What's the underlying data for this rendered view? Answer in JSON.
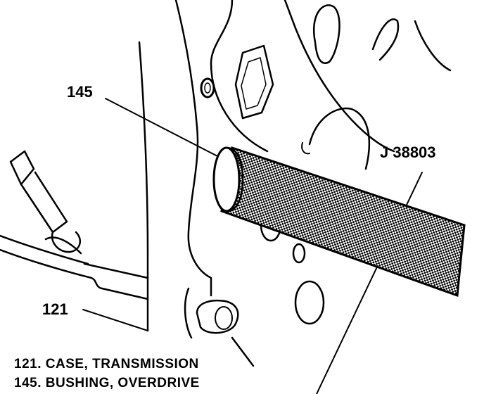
{
  "callouts": {
    "bushing_number": "145",
    "case_number": "121",
    "tool_number": "J 38803"
  },
  "legend": [
    {
      "text": "121. CASE, TRANSMISSION"
    },
    {
      "text": "145. BUSHING, OVERDRIVE"
    }
  ],
  "colors": {
    "ink": "#000000",
    "paper": "#ffffff"
  }
}
